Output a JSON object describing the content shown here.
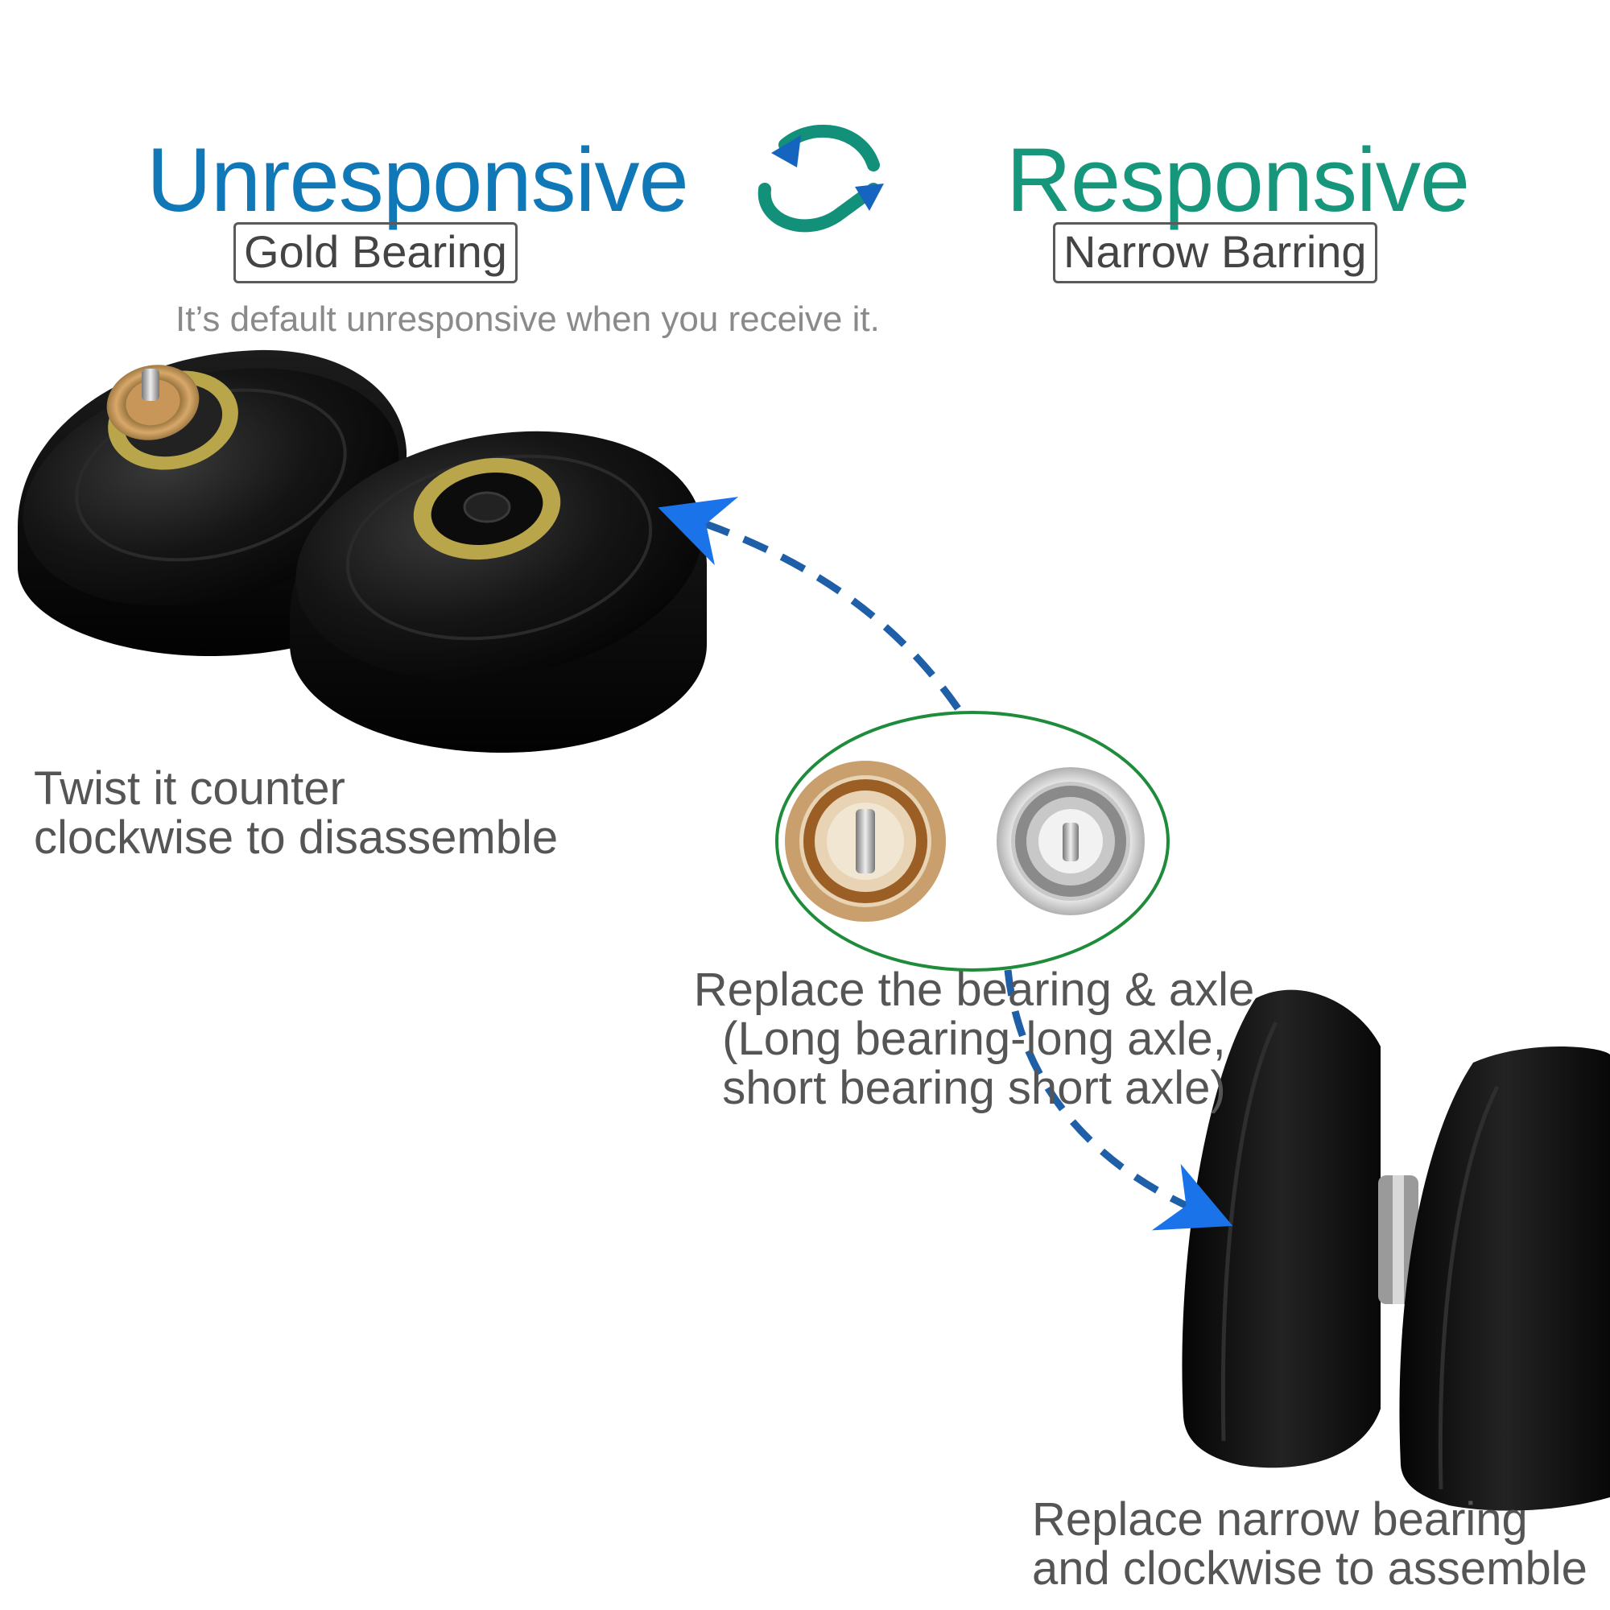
{
  "left_mode": {
    "title": "Unresponsive",
    "title_color": "#1178b8",
    "bearing_label": "Gold Bearing",
    "note": "It’s default unresponsive when you receive it."
  },
  "right_mode": {
    "title": "Responsive",
    "title_color": "#16977c",
    "bearing_label": "Narrow Barring"
  },
  "swap_icon": {
    "name": "swap-arrows-icon",
    "colors": [
      "#1565c0",
      "#12907a"
    ]
  },
  "step_disassemble": {
    "line1": "Twist it counter",
    "line2": "clockwise to disassemble"
  },
  "step_replace": {
    "line1": "Replace the bearing & axle",
    "line2": "(Long bearing-long axle,",
    "line3": "short bearing short axle)"
  },
  "step_assemble": {
    "line1": "Replace narrow bearing",
    "line2": "and clockwise to assemble"
  },
  "colors": {
    "dashed_arrow": "#1f5fa8",
    "arrow_head": "#1a73e8",
    "highlight_ellipse": "#1e8c3a",
    "yoyo_body": "#0f0f0f",
    "gold_ring": "#b9a64a"
  }
}
